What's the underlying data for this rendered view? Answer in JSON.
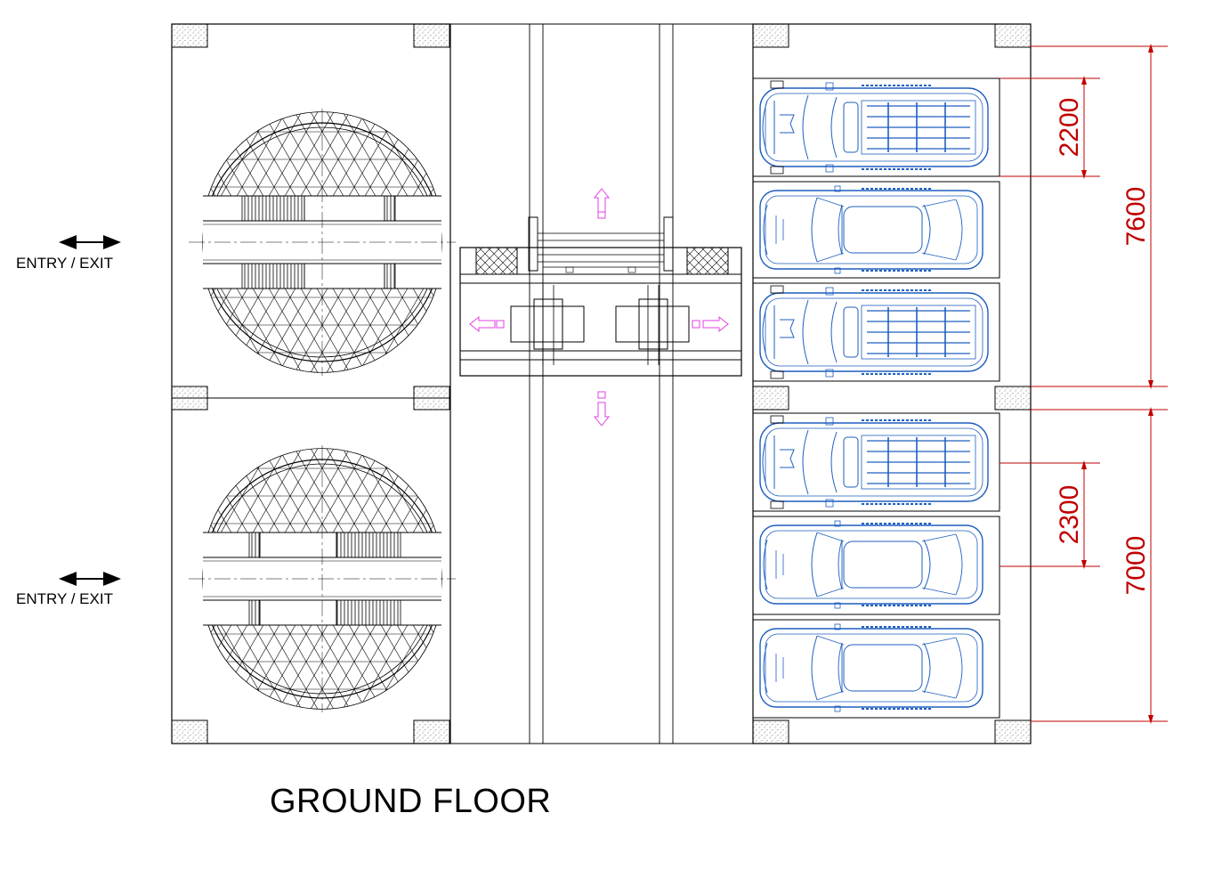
{
  "drawing": {
    "title": "GROUND FLOOR",
    "entries": [
      {
        "label": "ENTRY / EXIT"
      },
      {
        "label": "ENTRY / EXIT"
      }
    ],
    "dimensions": {
      "upper_overall": "7600",
      "upper_bay": "2200",
      "lower_overall": "7000",
      "lower_bay": "2300"
    },
    "colors": {
      "linework": "#000000",
      "vehicles": "#1f5fbf",
      "movement_arrows": "#e040e0",
      "dimensions": "#c00000"
    },
    "icons": {
      "entry_arrow": "double-headed-arrow",
      "turntable": "car-turntable",
      "lift": "car-lift-platform"
    }
  }
}
